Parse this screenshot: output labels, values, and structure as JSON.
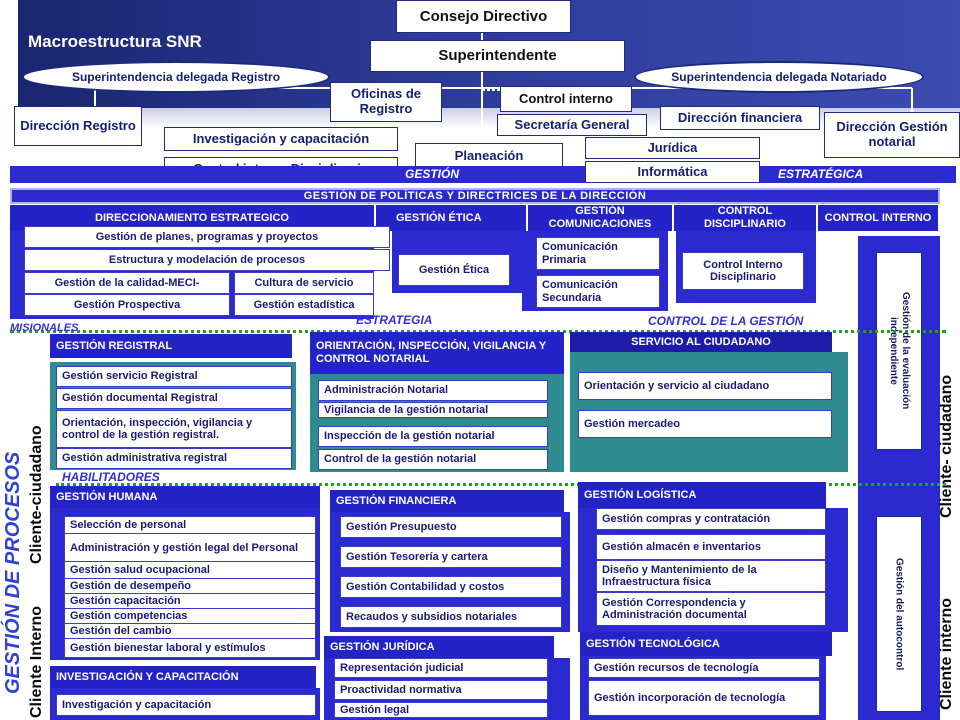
{
  "top": {
    "title": "Macroestructura SNR",
    "consejo": "Consejo Directivo",
    "superintendente": "Superintendente",
    "deleg_registro": "Superintendencia delegada Registro",
    "deleg_notariado": "Superintendencia delegada Notariado",
    "oficinas": "Oficinas de Registro",
    "control_interno": "Control interno",
    "secretaria": "Secretaría General",
    "direccion_financiera": "Dirección financiera",
    "direccion_registro": "Dirección Registro",
    "direccion_notarial": "Dirección Gestión notarial",
    "investigacion": "Investigación y capacitación",
    "control_disciplinario": "Control interno Disciplinario",
    "planeacion": "Planeación",
    "juridica": "Jurídica",
    "informatica": "Informática"
  },
  "bands": {
    "gestion": "GESTIÓN",
    "estrategica": "ESTRATÉGICA",
    "politicas": "GESTIÓN DE POLÍTICAS Y DIRECTRICES DE LA DIRECCIÓN",
    "misionales": "MISIONALES",
    "estrategia": "ESTRATEGIA",
    "control_gestion": "CONTROL DE LA GESTIÓN",
    "habilitadores": "HABILITADORES"
  },
  "side": {
    "gestion_procesos": "GESTIÓN DE PROCESOS",
    "cliente_ciudadano_left": "Cliente-ciudadano",
    "cliente_interno_left": "Cliente Interno",
    "cliente_ciudadano_right": "Cliente- ciudadano",
    "cliente_interno_right": "Cliente interno",
    "evaluacion": "Gestión de la evaluación independiente",
    "autocontrol": "Gestión del autocontrol"
  },
  "strategic": {
    "headers": {
      "direccionamiento": "DIRECCIONAMIENTO ESTRATEGICO",
      "etica": "GESTIÓN ÉTICA",
      "comunicaciones": "GESTIÓN COMUNICACIONES",
      "disciplinario": "CONTROL DISCIPLINARIO",
      "interno": "CONTROL INTERNO"
    },
    "planes": "Gestión de planes, programas y proyectos",
    "estructura": "Estructura y modelación de procesos",
    "calidad": "Gestión de la calidad-MECI-",
    "cultura": "Cultura de servicio",
    "prospectiva": "Gestión Prospectiva",
    "estadistica": "Gestión estadística",
    "etica_box": "Gestión Ética",
    "com_primaria": "Comunicación Primaria",
    "com_secundaria": "Comunicación Secundaria",
    "control_interno_disc": "Control Interno Disciplinario"
  },
  "misionales": {
    "registral_header": "GESTIÓN REGISTRAL",
    "registral": [
      "Gestión servicio Registral",
      "Gestión documental Registral",
      "Orientación, inspección, vigilancia y control de la gestión registral.",
      "Gestión administrativa registral"
    ],
    "notarial_header": "ORIENTACIÓN, INSPECCIÓN, VIGILANCIA Y CONTROL NOTARIAL",
    "notarial": [
      "Administración Notarial",
      "Vigilancia de la gestión notarial",
      "Inspección de la gestión notarial",
      "Control de la gestión notarial"
    ],
    "ciudadano_header": "SERVICIO AL CIUDADANO",
    "ciudadano": [
      "Orientación y servicio al ciudadano",
      "Gestión mercadeo"
    ]
  },
  "habilitadores": {
    "humana_header": "GESTIÓN HUMANA",
    "humana": [
      "Selección de personal",
      "Administración y gestión legal del Personal",
      "Gestión salud ocupacional",
      "Gestión de desempeño",
      "Gestión capacitación",
      "Gestión competencias",
      "Gestión del cambio",
      "Gestión bienestar laboral y estímulos"
    ],
    "investigacion_header": "INVESTIGACIÓN Y CAPACITACIÓN",
    "investigacion": "Investigación y capacitación",
    "financiera_header": "GESTIÓN FINANCIERA",
    "financiera": [
      "Gestión Presupuesto",
      "Gestión Tesorería y cartera",
      "Gestión Contabilidad y costos",
      "Recaudos y subsidios notariales"
    ],
    "juridica_header": "GESTIÓN JURÍDICA",
    "juridica": [
      "Representación judicial",
      "Proactividad normativa",
      "Gestión legal"
    ],
    "logistica_header": "GESTIÓN LOGÍSTICA",
    "logistica": [
      "Gestión compras y contratación",
      "Gestión almacén e inventarios",
      "Diseño y Mantenimiento de la Infraestructura física",
      "Gestión Correspondencia y Administración documental"
    ],
    "tecnologica_header": "GESTIÓN TECNOLÓGICA",
    "tecnologica": [
      "Gestión recursos de tecnología",
      "Gestión incorporación de tecnología"
    ]
  },
  "colors": {
    "navy": "#1a2a78",
    "blue": "#2a2ad0",
    "teal": "#2e8b90",
    "green_dots": "#22a022"
  }
}
